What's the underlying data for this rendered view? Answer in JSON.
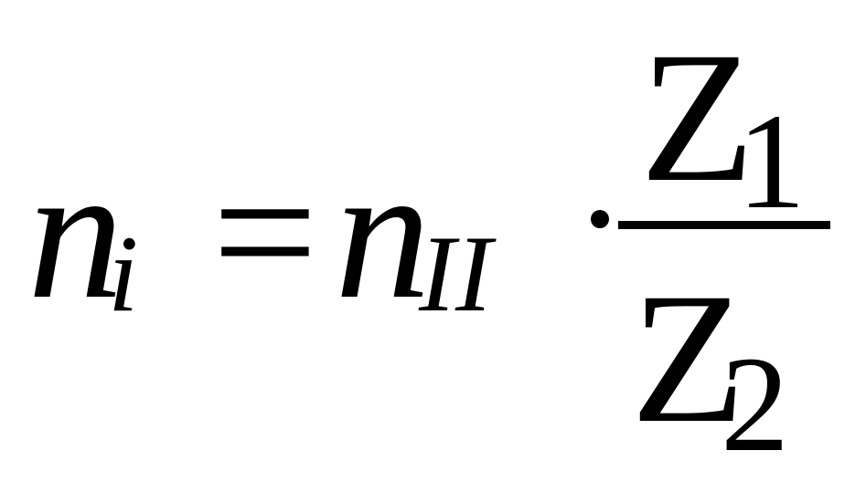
{
  "formula": {
    "lhs": {
      "symbol": "n",
      "subscript": "i"
    },
    "relation": "=",
    "rhs": {
      "symbol": "n",
      "subscript": "II",
      "operator": "dot-operator",
      "fraction": {
        "numerator": {
          "symbol": "Z",
          "subscript": "1"
        },
        "denominator": {
          "symbol": "Z",
          "subscript": "2"
        }
      }
    }
  }
}
